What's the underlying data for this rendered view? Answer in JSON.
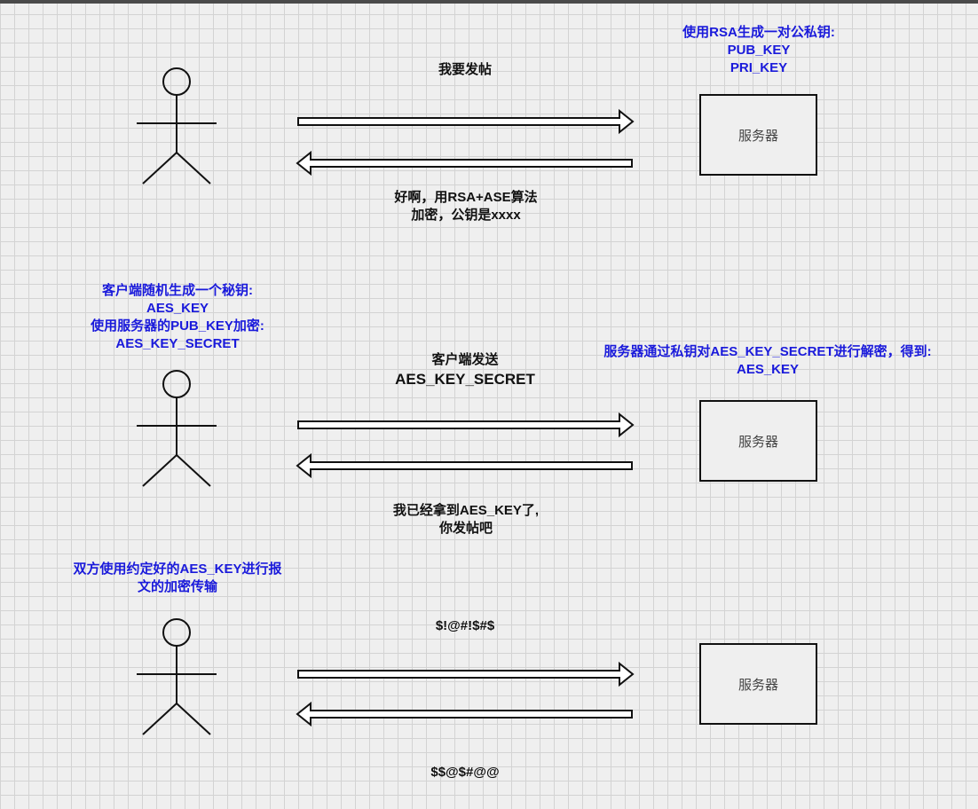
{
  "diagram": {
    "step1": {
      "request": "我要发帖",
      "response": [
        "好啊，用RSA+ASE算法",
        "加密，公钥是xxxx"
      ],
      "server_note": [
        "使用RSA生成一对公私钥:",
        "PUB_KEY",
        "PRI_KEY"
      ],
      "server_label": "服务器"
    },
    "step2": {
      "client_note": [
        "客户端随机生成一个秘钥:",
        "AES_KEY",
        "使用服务器的PUB_KEY加密:",
        "AES_KEY_SECRET"
      ],
      "request": [
        "客户端发送",
        "AES_KEY_SECRET"
      ],
      "server_note": [
        "服务器通过私钥对AES_KEY_SECRET进行解密，得到:",
        "AES_KEY"
      ],
      "response": [
        "我已经拿到AES_KEY了,",
        "你发帖吧"
      ],
      "server_label": "服务器"
    },
    "step3": {
      "client_note": [
        "双方使用约定好的AES_KEY进行报",
        "文的加密传输"
      ],
      "request": "$!@#!$#$",
      "response": "$$@$#@@",
      "server_label": "服务器"
    },
    "colors": {
      "note": "#1a1adb",
      "text": "#111111",
      "stroke": "#111111"
    }
  }
}
